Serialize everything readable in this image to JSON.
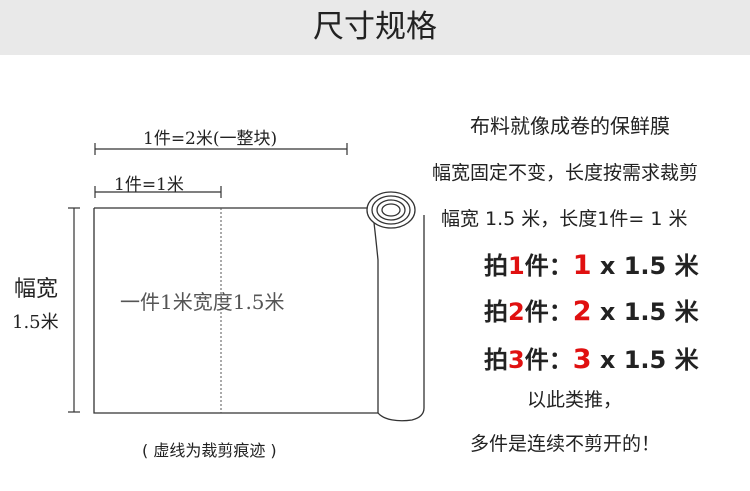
{
  "header": {
    "title": "尺寸规格"
  },
  "diagram": {
    "dim_two_piece": "1件=2米(一整块)",
    "dim_one_piece": "1件=1米",
    "width_label": "幅宽",
    "width_value": "1.5米",
    "inside_label": "一件1米宽度1.5米",
    "caption": "( 虚线为裁剪痕迹 )"
  },
  "info": {
    "line1": "布料就像成卷的保鲜膜",
    "line2": "幅宽固定不变，长度按需求裁剪",
    "line3": "幅宽 1.5 米，长度1件=  1 米",
    "rows": [
      {
        "pre": "拍",
        "num": "1",
        "mid": "件：",
        "val": "1",
        "post": " x 1.5 米"
      },
      {
        "pre": "拍",
        "num": "2",
        "mid": "件：",
        "val": "2",
        "post": " x 1.5 米"
      },
      {
        "pre": "拍",
        "num": "3",
        "mid": "件：",
        "val": "3",
        "post": " x 1.5 米"
      }
    ],
    "line_analogy": "以此类推，",
    "line_last": "多件是连续不剪开的！"
  },
  "colors": {
    "header_bg": "#e9e9e9",
    "accent_red": "#e01010",
    "line": "#333333"
  }
}
